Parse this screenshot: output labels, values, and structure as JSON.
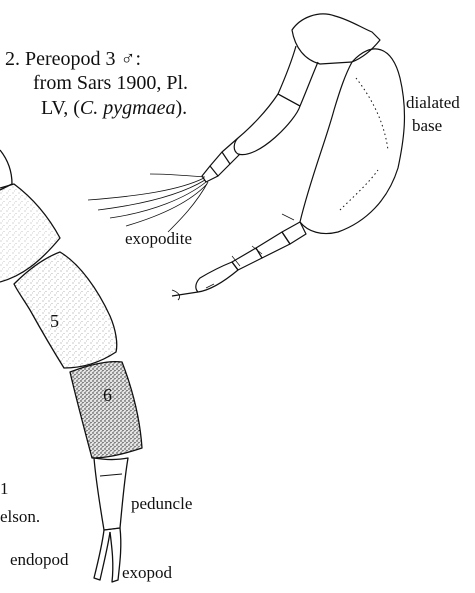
{
  "caption": {
    "line1_prefix": "2. Pereopod 3",
    "male_symbol": "♂",
    "line1_suffix": ":",
    "line2": "from Sars 1900, Pl.",
    "line3_prefix": "LV, (",
    "line3_species": "C. pygmaea",
    "line3_suffix": ")."
  },
  "labels": {
    "dialated": "dialated",
    "base": "base",
    "exopodite": "exopodite",
    "segment_5": "5",
    "segment_6": "6",
    "peduncle": "peduncle",
    "endopod": "endopod",
    "exopod": "exopod",
    "telson_fragment": "elson.",
    "left_fragment": "1"
  }
}
